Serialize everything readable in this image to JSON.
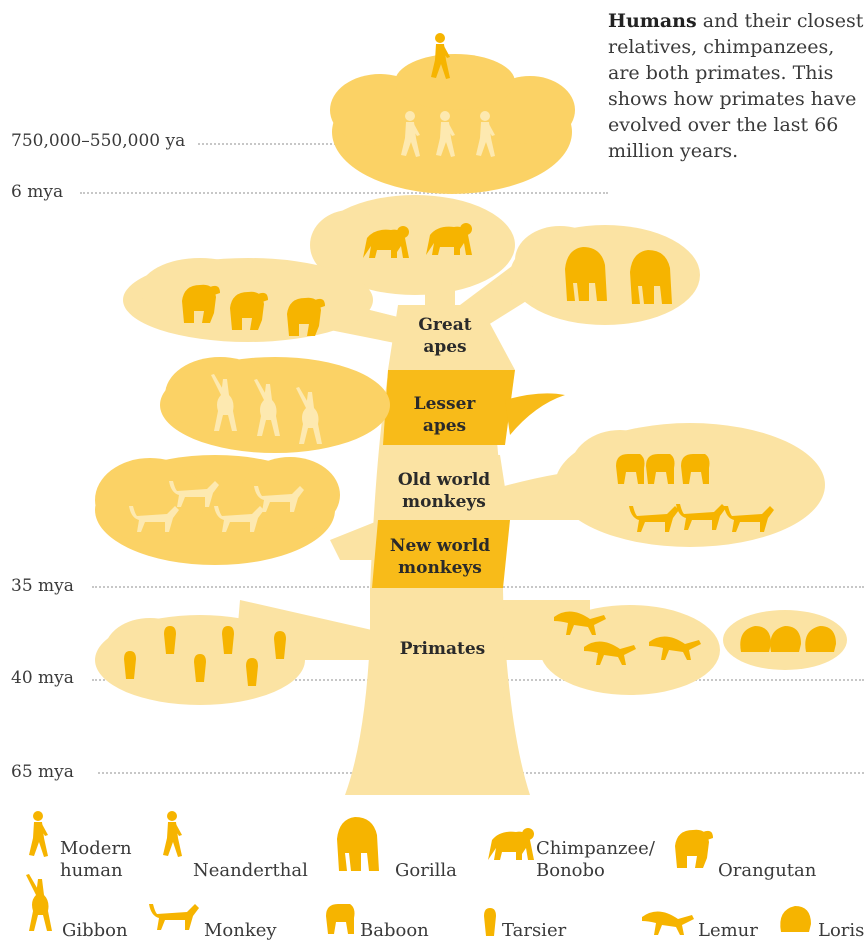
{
  "intro": {
    "bold": "Humans",
    "rest": " and their closest relatives, chimpanzees, are both primates. This shows how primates have evolved over the last 66 million years."
  },
  "timeline": [
    "750,000–550,000 ya",
    "6 mya",
    "35 mya",
    "40 mya",
    "65 mya"
  ],
  "branches": {
    "great_apes": "Great apes",
    "lesser_apes": "Lesser apes",
    "old_world": "Old world monkeys",
    "new_world": "New world monkeys",
    "primates": "Primates"
  },
  "legend": {
    "modern_human": "Modern human",
    "neanderthal": "Neanderthal",
    "gorilla": "Gorilla",
    "chimpanzee": "Chimpanzee/ Bonobo",
    "orangutan": "Orangutan",
    "gibbon": "Gibbon",
    "monkey": "Monkey",
    "baboon": "Baboon",
    "tarsier": "Tarsier",
    "lemur": "Lemur",
    "loris": "Loris"
  },
  "colors": {
    "light": "#fbe3a3",
    "mid": "#fbd265",
    "dark": "#f8bb19",
    "icon": "#f6b400",
    "icon_pale": "#fde9b0"
  }
}
